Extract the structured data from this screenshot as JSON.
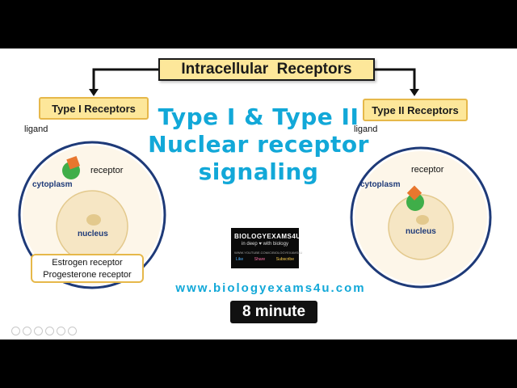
{
  "diagram": {
    "title": "Intracellular  Receptors",
    "type1_label": "Type I Receptors",
    "type2_label": "Type II Receptors",
    "center_title_lines": [
      "Type I & Type II",
      "Nuclear receptor",
      "signaling"
    ],
    "ligand_label": "ligand",
    "receptor_label": "receptor",
    "cytoplasm_label": "cytoplasm",
    "nucleus_label": "nucleus",
    "receptor_examples": [
      "Estrogen receptor",
      "Progesterone receptor"
    ],
    "website": "www.biologyexams4u.com",
    "duration": "8 minute"
  },
  "logo": {
    "name": "BIOLOGYEXAMS4U",
    "tagline": "in deep ♥ with biology",
    "url": "WWW.YOUTUBE.COM/C/BIOLOGYEXAMS4U",
    "actions": [
      "Like",
      "Share",
      "Subscribe"
    ]
  },
  "colors": {
    "accent": "#12a8d8",
    "box_fill": "#fde79a",
    "box_border": "#e6b84a",
    "cell_border": "#1e3a78",
    "ligand": "#e8772e",
    "receptor": "#3fae49"
  }
}
